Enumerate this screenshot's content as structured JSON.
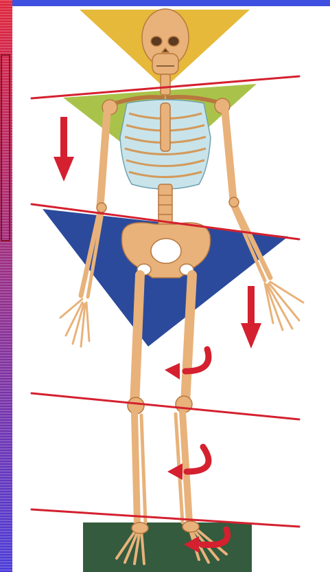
{
  "colors": {
    "left_band_top": "#e0233a",
    "left_band_bottom": "#4a3ad8",
    "top_band": "#3f4fe0",
    "head_triangle": "#e6b93a",
    "thorax_triangle": "#a9c34a",
    "pelvis_triangle": "#2b4a9c",
    "level_lines": "#d4202f",
    "arrows": "#d4202f",
    "base_plate": "#345b3e",
    "bone": "#e8b27a",
    "bone_shadow": "#b8783f",
    "ribs": "#c8e4ea"
  },
  "icons": {
    "down_arrows": [
      "down-arrow-icon",
      "down-arrow-icon"
    ],
    "rotation_arrows": [
      "rotation-arrow-icon",
      "rotation-arrow-icon",
      "rotation-arrow-icon"
    ]
  },
  "levels": [
    "head",
    "shoulders",
    "pelvis",
    "knees",
    "ankles"
  ]
}
